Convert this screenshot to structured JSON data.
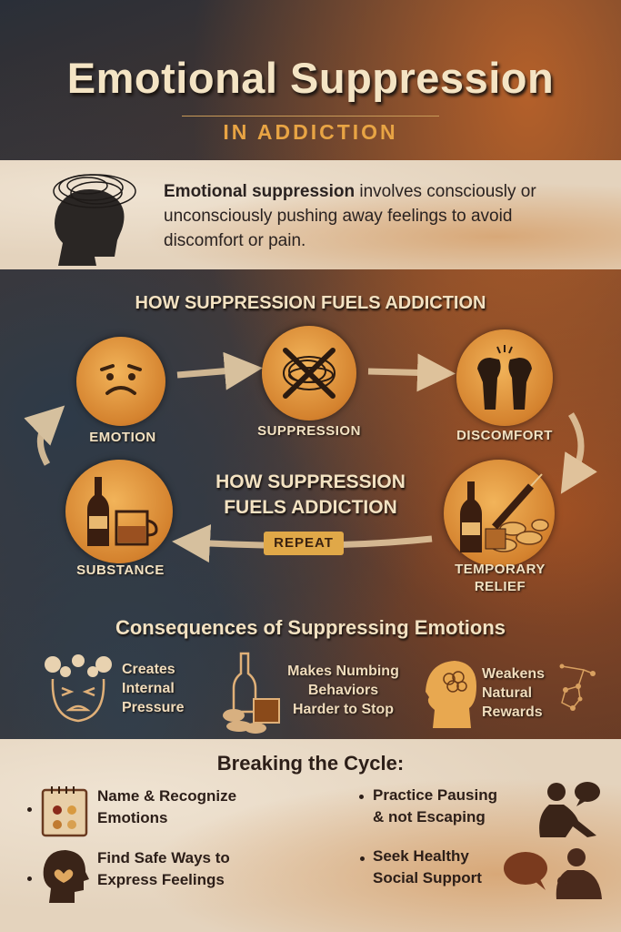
{
  "header": {
    "title": "Emotional Suppression",
    "subtitle": "IN ADDICTION"
  },
  "intro": {
    "bold": "Emotional suppression",
    "text": " involves consciously or unconsciously pushing away feelings to avoid discomfort or pain."
  },
  "cycle": {
    "heading": "HOW SUPPRESSION FUELS ADDICTION",
    "center_line1": "HOW SUPPRESSION",
    "center_line2": "FUELS ADDICTION",
    "repeat": "REPEAT",
    "steps": [
      {
        "label": "EMOTION",
        "icon": "sad-face-icon"
      },
      {
        "label": "SUPPRESSION",
        "icon": "crossed-scribble-icon"
      },
      {
        "label": "DISCOMFORT",
        "icon": "clenched-fists-icon"
      },
      {
        "label_line1": "TEMPORARY",
        "label_line2": "RELIEF",
        "icon": "bottle-pills-syringe-icon"
      },
      {
        "label": "SUBSTANCE",
        "icon": "bottle-glass-icon"
      }
    ]
  },
  "consequences": {
    "heading": "Consequences of Suppressing Emotions",
    "items": [
      {
        "lines": [
          "Creates",
          "Internal",
          "Pressure"
        ],
        "icon": "stressed-face-icon"
      },
      {
        "lines": [
          "Makes Numbing",
          "Behaviors",
          "Harder to Stop"
        ],
        "icon": "bottle-pills-icon"
      },
      {
        "lines": [
          "Weakens",
          "Natural",
          "Rewards"
        ],
        "icon": "brain-network-icon"
      }
    ]
  },
  "breaking": {
    "heading": "Breaking the Cycle:",
    "items": [
      {
        "lines": [
          "Name & Recognize",
          "Emotions"
        ],
        "icon": "emotion-calendar-icon"
      },
      {
        "lines": [
          "Practice Pausing",
          "& not Escaping"
        ],
        "icon": "sitting-person-icon"
      },
      {
        "lines": [
          "Find Safe Ways to",
          "Express Feelings"
        ],
        "icon": "head-heart-icon"
      },
      {
        "lines": [
          "Seek Healthy",
          "Social Support"
        ],
        "icon": "conversation-icon"
      }
    ]
  },
  "colors": {
    "cream": "#f4e4c4",
    "gold": "#e8a444",
    "paper": "#e4d3bd",
    "ink": "#2c1e18",
    "orange": "#d4822e"
  }
}
